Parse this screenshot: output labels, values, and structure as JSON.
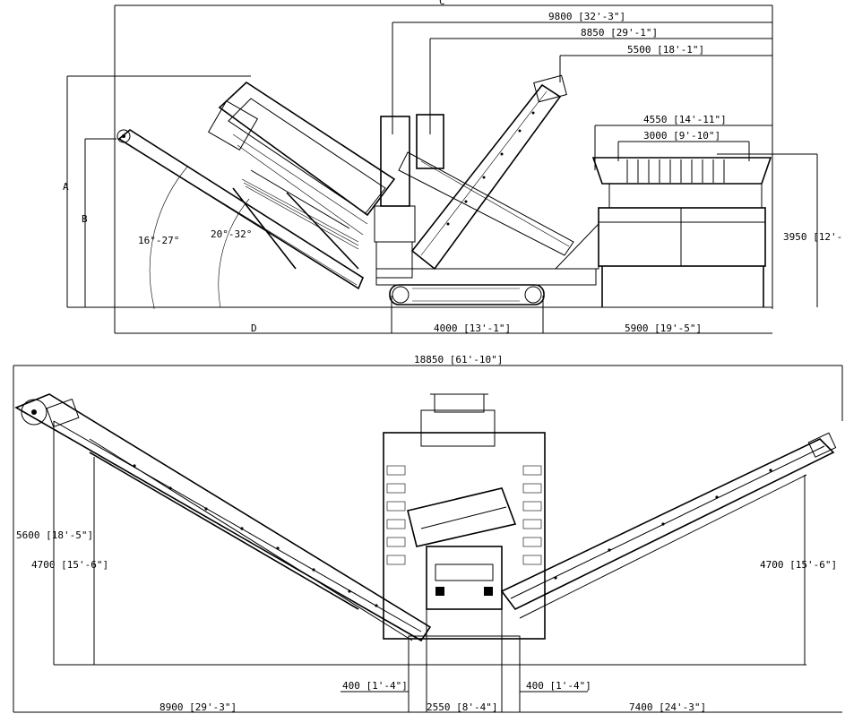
{
  "side_view": {
    "label_A": "A",
    "label_B": "B",
    "label_C": "C",
    "label_D": "D",
    "dim_total_9800": "9800 [32'-3\"]",
    "dim_8850": "8850 [29'-1\"]",
    "dim_5500": "5500 [18'-1\"]",
    "dim_4550": "4550 [14'-11\"]",
    "dim_3000": "3000 [9'-10\"]",
    "dim_3950": "3950 [12'-",
    "dim_4000": "4000 [13'-1\"]",
    "dim_5900": "5900 [19'-5\"]",
    "angle_1": "16°-27°",
    "angle_2": "20°-32°"
  },
  "end_view": {
    "dim_width_total": "18850 [61'-10\"]",
    "dim_5600": "5600 [18'-5\"]",
    "dim_4700_left": "4700 [15'-6\"]",
    "dim_4700_right": "4700 [15'-6\"]",
    "dim_400_left": "400 [1'-4\"]",
    "dim_400_right": "400 [1'-4\"]",
    "dim_8900": "8900 [29'-3\"]",
    "dim_2550": "2550 [8'-4\"]",
    "dim_7400": "7400 [24'-3\"]"
  }
}
